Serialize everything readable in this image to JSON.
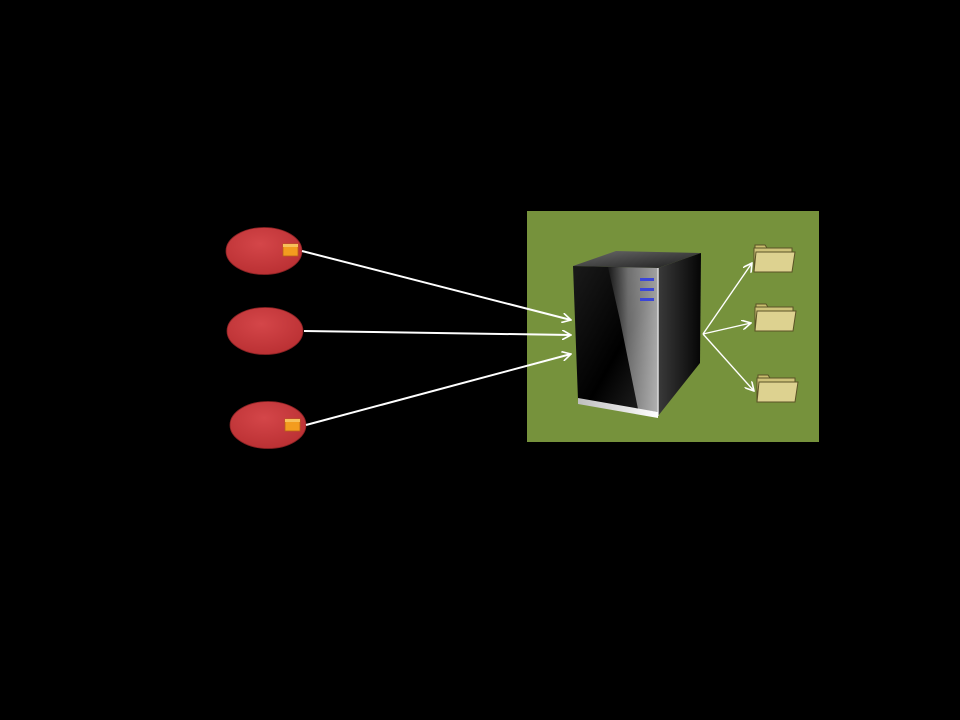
{
  "slide": {
    "background_color": "#000000"
  },
  "clients": [
    {
      "id": "client-1",
      "has_badge": true
    },
    {
      "id": "client-2",
      "has_badge": false
    },
    {
      "id": "client-3",
      "has_badge": true
    }
  ],
  "server_panel": {
    "background_color": "#76923c",
    "server_icon": "server-tower-icon",
    "folders": [
      {
        "icon": "folder-icon"
      },
      {
        "icon": "folder-icon"
      },
      {
        "icon": "folder-icon"
      }
    ]
  },
  "colors": {
    "client_fill": "#c9373a",
    "client_stroke": "#8a2224",
    "badge_fill": "#f39c1f",
    "arrow": "#ffffff",
    "folder_fill": "#d8cd85",
    "folder_stroke": "#5a5326",
    "server_light": "#3a45d8"
  }
}
